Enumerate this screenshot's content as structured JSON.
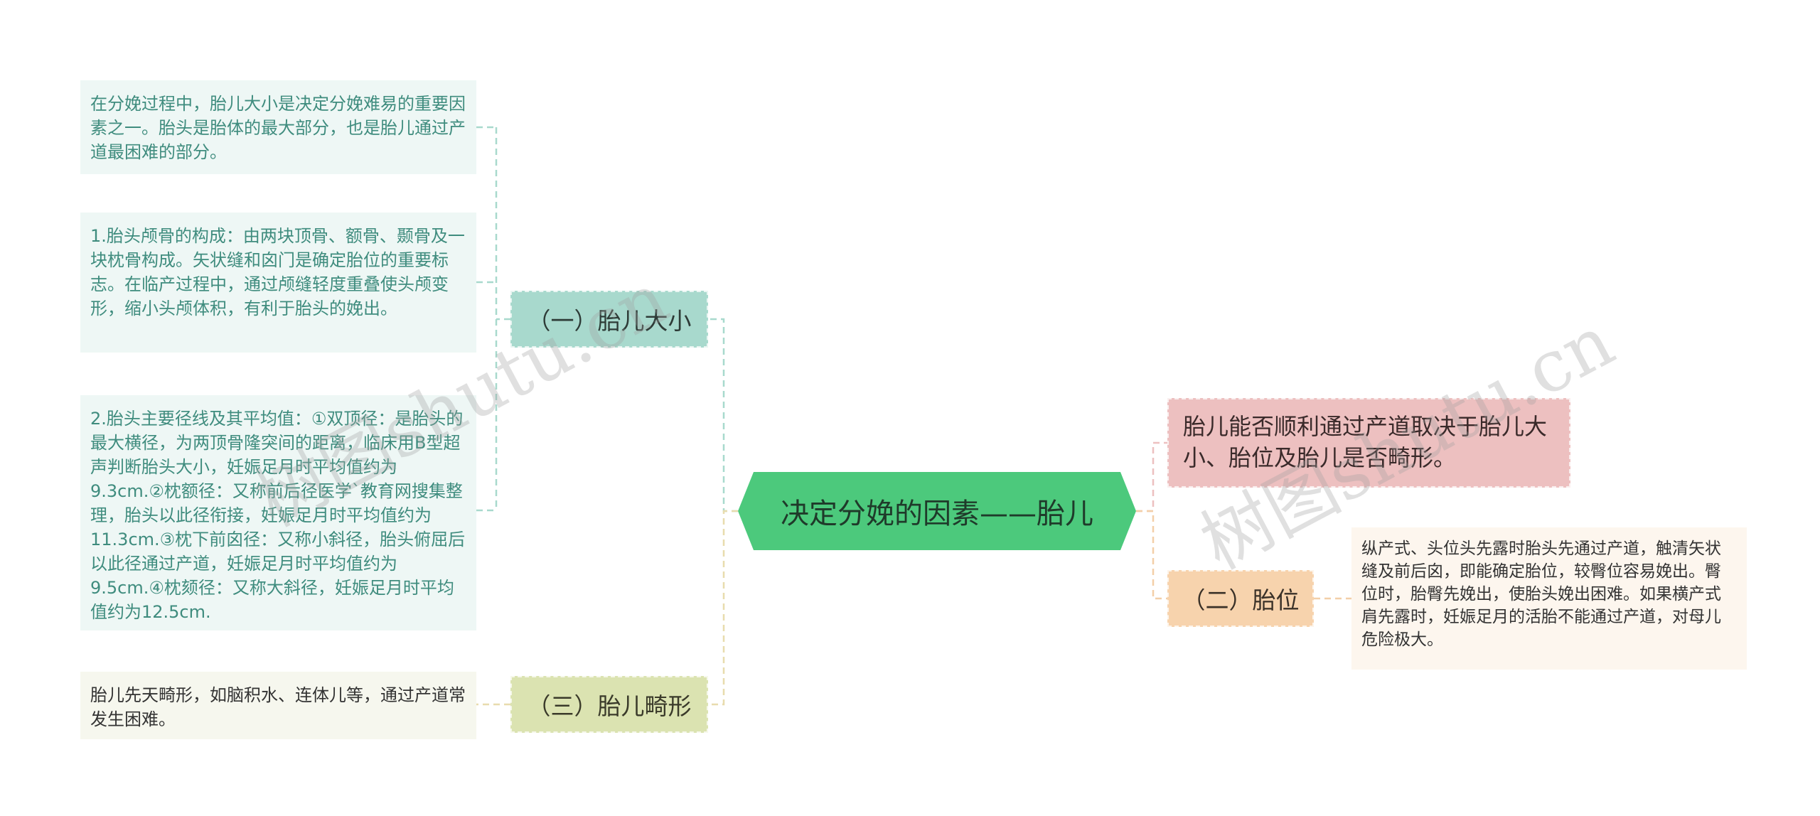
{
  "root": {
    "label": "决定分娩的因素——胎儿"
  },
  "branches": {
    "size": {
      "label": "（一）胎儿大小"
    },
    "position": {
      "label": "（二）胎位"
    },
    "deformity": {
      "label": "（三）胎儿畸形"
    },
    "note": {
      "label": "胎儿能否顺利通过产道取决于胎儿大小、胎位及胎儿是否畸形。"
    }
  },
  "leaves": {
    "size_1": "在分娩过程中，胎儿大小是决定分娩难易的重要因素之一。胎头是胎体的最大部分，也是胎儿通过产道最困难的部分。",
    "size_2": "1.胎头颅骨的构成：由两块顶骨、额骨、颞骨及一块枕骨构成。矢状缝和囟门是确定胎位的重要标志。在临产过程中，通过颅缝轻度重叠使头颅变形，缩小头颅体积，有利于胎头的娩出。",
    "size_3": "2.胎头主要径线及其平均值：①双顶径：是胎头的最大横径，为两顶骨隆突间的距离，临床用B型超声判断胎头大小，妊娠足月时平均值约为9.3cm.②枕额径：又称前后径医学`教育网搜集整理，胎头以此径衔接，妊娠足月时平均值约为11.3cm.③枕下前囟径：又称小斜径，胎头俯屈后以此径通过产道，妊娠足月时平均值约为9.5cm.④枕颏径：又称大斜径，妊娠足月时平均值约为12.5cm.",
    "deformity_1": "胎儿先天畸形，如脑积水、连体儿等，通过产道常发生困难。",
    "position_1": "纵产式、头位头先露时胎头先通过产道，触清矢状缝及前后囟，即能确定胎位，较臀位容易娩出。臀位时，胎臀先娩出，使胎头娩出困难。如果横产式肩先露时，妊娠足月的活胎不能通过产道，对母儿危险极大。"
  },
  "watermark": "树图shutu.cn",
  "colors": {
    "root": "#4cc97c",
    "branch_size": "#a8d9cd",
    "branch_position": "#f7d3ad",
    "branch_deformity": "#dbe3b1",
    "branch_note": "#edc0c0",
    "line_teal": "#a8d9cd",
    "line_yellow": "#e8dcae",
    "line_peach": "#f3cfa8"
  }
}
